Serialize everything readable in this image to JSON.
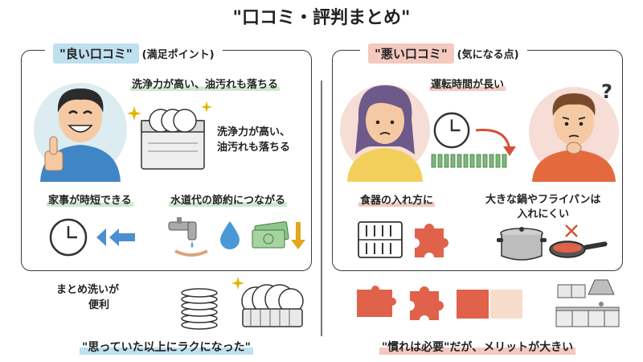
{
  "title": "\"口コミ・評判まとめ\"",
  "good": {
    "tag": "\"良い口コミ\"",
    "note": "(満足ポイント)",
    "point1": "洗浄力が高い、油汚れも落ちる",
    "point2_line1": "洗浄力が高い、",
    "point2_line2": "油汚れも落ちる",
    "point3": "家事が時短できる",
    "point4": "水道代の節約につながる",
    "point5_line1": "まとめ洗いが",
    "point5_line2": "便利",
    "summary": "\"思っていた以上にラクになった\""
  },
  "bad": {
    "tag": "\"悪い口コミ\"",
    "note": "(気になる点)",
    "point1": "運転時間が長い",
    "point2": "食器の入れ方に",
    "point3_line1": "大きな鍋やフライパンは",
    "point3_line2": "入れにくい",
    "summary": "\"慣れは必要\"だが、メリットが大きい"
  },
  "colors": {
    "good_accent": "#bfe0ef",
    "bad_accent": "#f4c9bf",
    "puzzle": "#e0624a",
    "skin": "#f5c9a3",
    "man_shirt": "#3f86c6",
    "woman_shirt": "#f2cf5b",
    "man2_shirt": "#e46a3e"
  },
  "icons": [
    "thumbs-up-icon",
    "dishwasher-icon",
    "sparkle-icon",
    "clock-icon",
    "faucet-icon",
    "water-drop-icon",
    "money-icon",
    "down-arrow-icon",
    "dish-stack-icon",
    "dish-rack-icon",
    "question-mark-icon",
    "puzzle-icon",
    "pot-icon",
    "frying-pan-icon",
    "kitchen-icon"
  ]
}
